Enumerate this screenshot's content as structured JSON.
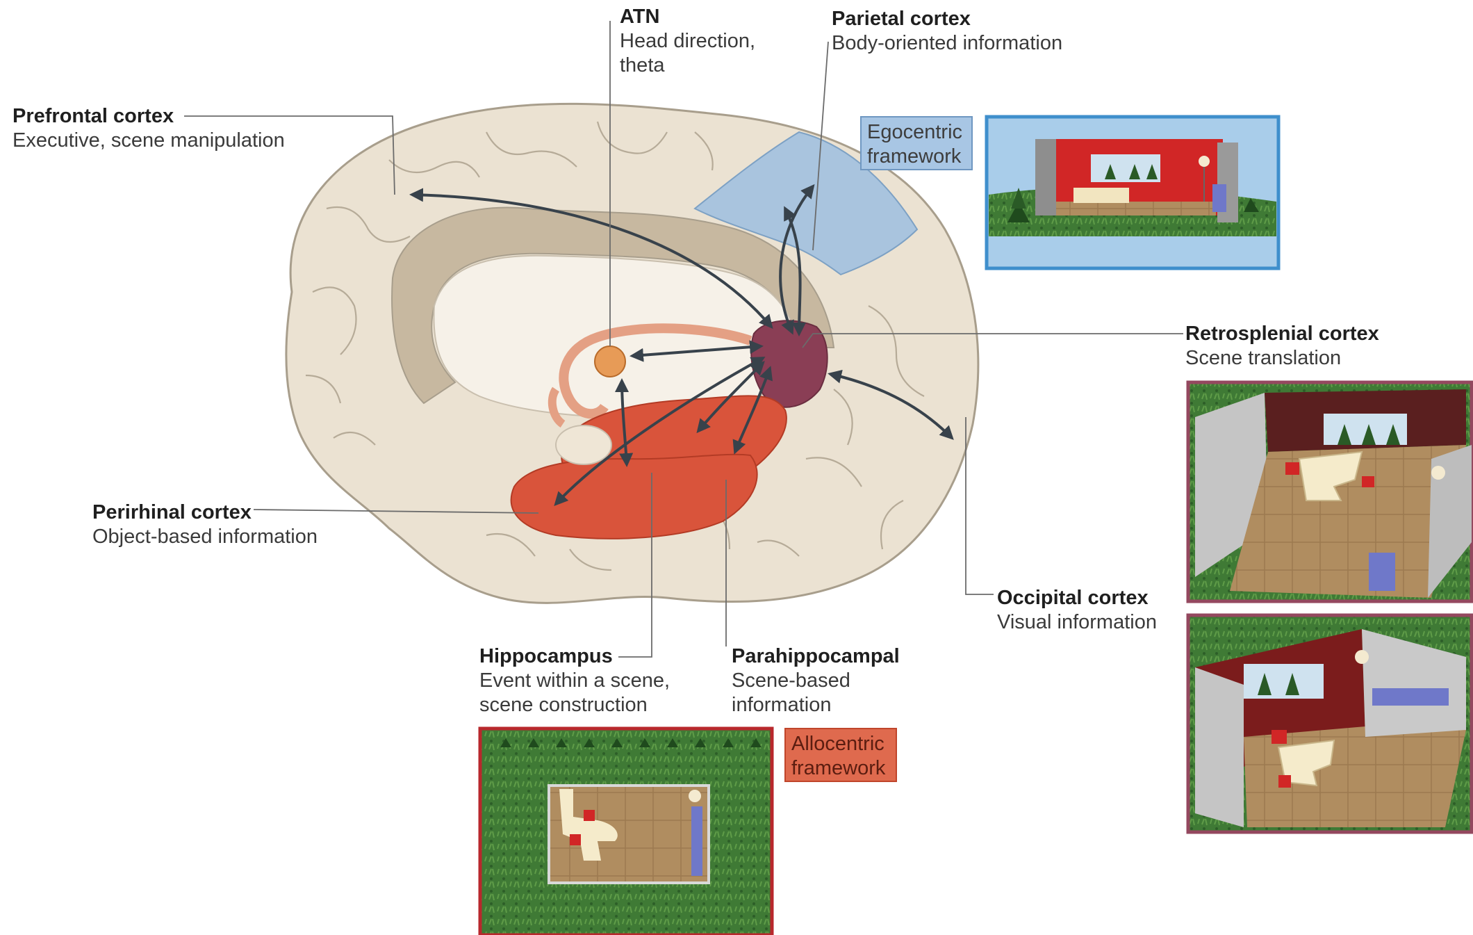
{
  "regions": {
    "atn": {
      "title": "ATN",
      "desc_lines": [
        "Head direction,",
        "theta"
      ]
    },
    "parietal": {
      "title": "Parietal cortex",
      "desc_lines": [
        "Body-oriented information"
      ]
    },
    "prefrontal": {
      "title": "Prefrontal cortex",
      "desc_lines": [
        "Executive, scene manipulation"
      ]
    },
    "retrosplenial": {
      "title": "Retrosplenial cortex",
      "desc_lines": [
        "Scene translation"
      ]
    },
    "perirhinal": {
      "title": "Perirhinal cortex",
      "desc_lines": [
        "Object-based information"
      ]
    },
    "occipital": {
      "title": "Occipital cortex",
      "desc_lines": [
        "Visual information"
      ]
    },
    "hippocampus": {
      "title": "Hippocampus",
      "desc_lines": [
        "Event within a scene,",
        "scene construction"
      ]
    },
    "parahippocampal": {
      "title": "Parahippocampal",
      "desc_lines": [
        "Scene-based",
        "information"
      ]
    }
  },
  "frameworks": {
    "egocentric": {
      "lines": [
        "Egocentric",
        "framework"
      ]
    },
    "allocentric": {
      "lines": [
        "Allocentric",
        "framework"
      ]
    }
  },
  "colors": {
    "brain_base": "#ebe2d2",
    "brain_outline": "#a89e8c",
    "cingulate": "#c7b8a0",
    "parietal": "#a9c4de",
    "retrosplenial": "#8a3e55",
    "hippocampus": "#d9543b",
    "atn": "#e79b57",
    "arrows": "#38424b",
    "egocentric_frame": "#3f8fcc",
    "allocentric_frame": "#b8282c",
    "translation_frame": "#94485f",
    "grass": "#3f7a35",
    "sky": "#a9cdea",
    "room_wall_red": "#d12626"
  }
}
